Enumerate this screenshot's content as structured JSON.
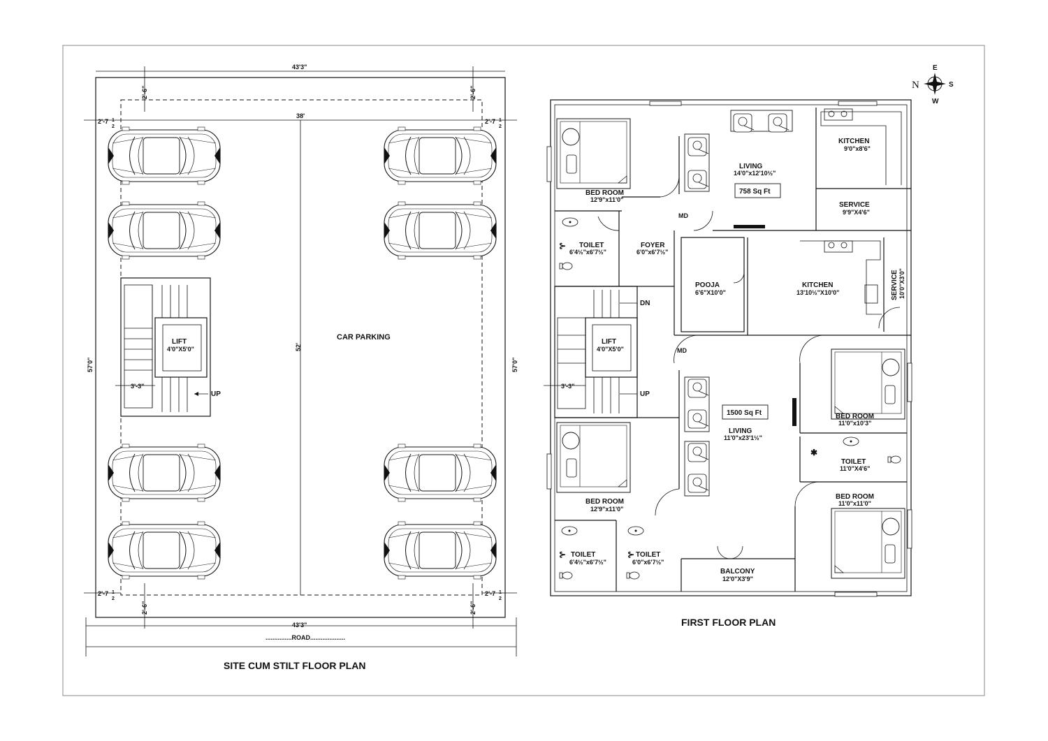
{
  "compass": {
    "n": "N",
    "e": "E",
    "s": "S",
    "w": "W"
  },
  "site": {
    "title": "SITE CUM STILT FLOOR PLAN",
    "width_top": "43'3\"",
    "width_bottom": "43'3\"",
    "inner_width": "38'",
    "height_left": "57'0\"",
    "height_right": "57'0\"",
    "inner_height": "52'",
    "setback_top_left": "2'-6\"",
    "setback_top_right": "2'-6\"",
    "setback_bottom_left": "2'-6\"",
    "setback_bottom_right": "2'-6\"",
    "side_tl": "2'-7",
    "side_tr": "2'-7",
    "side_bl": "2'-7",
    "side_br": "2'-7",
    "half": "1",
    "half_den": "2",
    "car_parking": "CAR PARKING",
    "lift": "LIFT",
    "lift_dim": "4'0\"X5'0\"",
    "stair_width": "3'-3\"",
    "up": "UP",
    "road": "...............ROAD...................."
  },
  "first": {
    "title": "FIRST FLOOR PLAN",
    "rooms": {
      "bed1": {
        "name": "BED ROOM",
        "dim": "12'9\"x11'0\""
      },
      "living_top": {
        "name": "LIVING",
        "dim": "14'0\"x12'10½\""
      },
      "area_top": "758 Sq Ft",
      "kitchen_top": {
        "name": "KITCHEN",
        "dim": "9'0\"x8'6\""
      },
      "service_top": {
        "name": "SERVICE",
        "dim": "9'9\"X4'6\""
      },
      "md_top": "MD",
      "toilet1": {
        "name": "TOILET",
        "dim": "6'4½\"x6'7½\""
      },
      "foyer": {
        "name": "FOYER",
        "dim": "6'0\"x6'7½\""
      },
      "pooja": {
        "name": "POOJA",
        "dim": "6'6\"X10'0\""
      },
      "kitchen_mid": {
        "name": "KITCHEN",
        "dim": "13'10½\"X10'0\""
      },
      "service_mid": {
        "name": "SERVICE",
        "dim": "10'0\"X3'0\""
      },
      "dn": "DN",
      "lift": {
        "name": "LIFT",
        "dim": "4'0\"X5'0\""
      },
      "stair_width": "3'-3\"",
      "up": "UP",
      "md_mid": "MD",
      "bed_right1": {
        "name": "BED ROOM",
        "dim": "11'0\"x10'3\""
      },
      "area_mid": "1500 Sq Ft",
      "living_mid": {
        "name": "LIVING",
        "dim": "11'0\"x23'1½\""
      },
      "toilet_right": {
        "name": "TOILET",
        "dim": "11'0\"X4'6\""
      },
      "bed2": {
        "name": "BED ROOM",
        "dim": "12'9\"x11'0\""
      },
      "bed_right2": {
        "name": "BED ROOM",
        "dim": "11'0\"x11'0\""
      },
      "toilet2": {
        "name": "TOILET",
        "dim": "6'4½\"x6'7½\""
      },
      "toilet3": {
        "name": "TOILET",
        "dim": "6'0\"x6'7½\""
      },
      "balcony": {
        "name": "BALCONY",
        "dim": "12'0\"X3'9\""
      }
    }
  }
}
